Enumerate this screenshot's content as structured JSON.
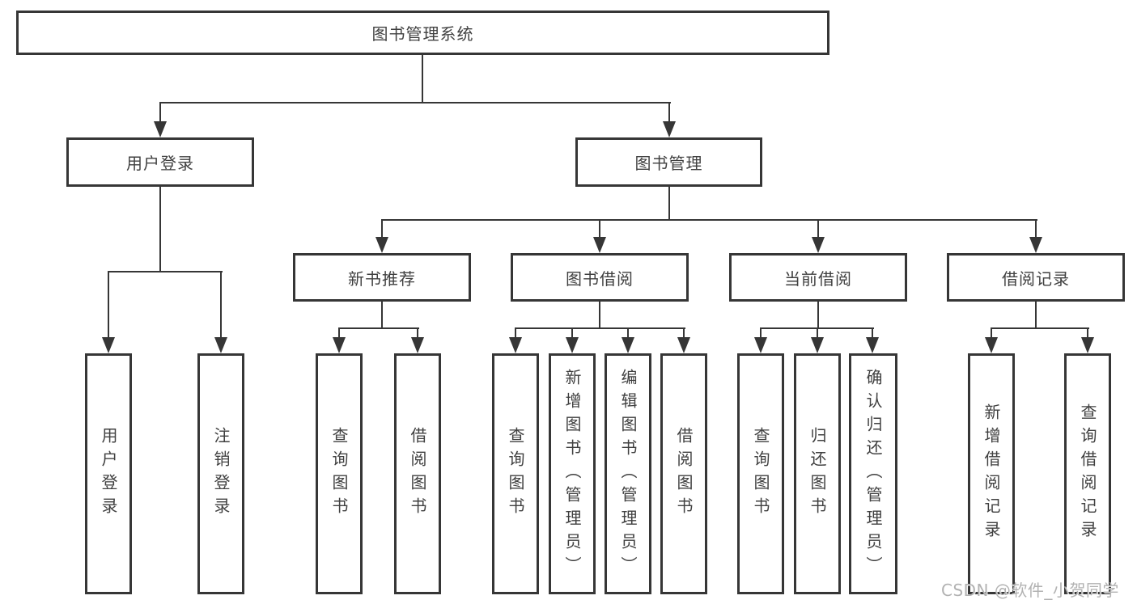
{
  "diagram": {
    "watermark": "CSDN @软件_小贺同学",
    "colors": {
      "line": "#363636",
      "text": "#404040",
      "background": "#ffffff",
      "watermark": "#b2b2b2"
    },
    "nodes": {
      "root": {
        "label": "图书管理系统"
      },
      "user_login_group": {
        "label": "用户登录"
      },
      "book_mgmt": {
        "label": "图书管理"
      },
      "new_book_rec": {
        "label": "新书推荐"
      },
      "book_borrow": {
        "label": "图书借阅"
      },
      "current_borrow": {
        "label": "当前借阅"
      },
      "borrow_record": {
        "label": "借阅记录"
      },
      "user_login": {
        "label": "用户登录"
      },
      "logout": {
        "label": "注销登录"
      },
      "nbr_query": {
        "label": "查询图书"
      },
      "nbr_borrow": {
        "label": "借阅图书"
      },
      "bb_query": {
        "label": "查询图书"
      },
      "bb_add": {
        "label": "新增图书（管理员）"
      },
      "bb_edit": {
        "label": "编辑图书（管理员）"
      },
      "bb_borrow": {
        "label": "借阅图书"
      },
      "cb_query": {
        "label": "查询图书"
      },
      "cb_return": {
        "label": "归还图书"
      },
      "cb_confirm": {
        "label": "确认归还（管理员）"
      },
      "br_add": {
        "label": "新增借阅记录"
      },
      "br_query": {
        "label": "查询借阅记录"
      }
    },
    "hierarchy": [
      {
        "parent": "图书管理系统",
        "children": [
          "用户登录",
          "图书管理"
        ]
      },
      {
        "parent": "用户登录",
        "children": [
          "用户登录",
          "注销登录"
        ]
      },
      {
        "parent": "图书管理",
        "children": [
          "新书推荐",
          "图书借阅",
          "当前借阅",
          "借阅记录"
        ]
      },
      {
        "parent": "新书推荐",
        "children": [
          "查询图书",
          "借阅图书"
        ]
      },
      {
        "parent": "图书借阅",
        "children": [
          "查询图书",
          "新增图书（管理员）",
          "编辑图书（管理员）",
          "借阅图书"
        ]
      },
      {
        "parent": "当前借阅",
        "children": [
          "查询图书",
          "归还图书",
          "确认归还（管理员）"
        ]
      },
      {
        "parent": "借阅记录",
        "children": [
          "新增借阅记录",
          "查询借阅记录"
        ]
      }
    ]
  }
}
